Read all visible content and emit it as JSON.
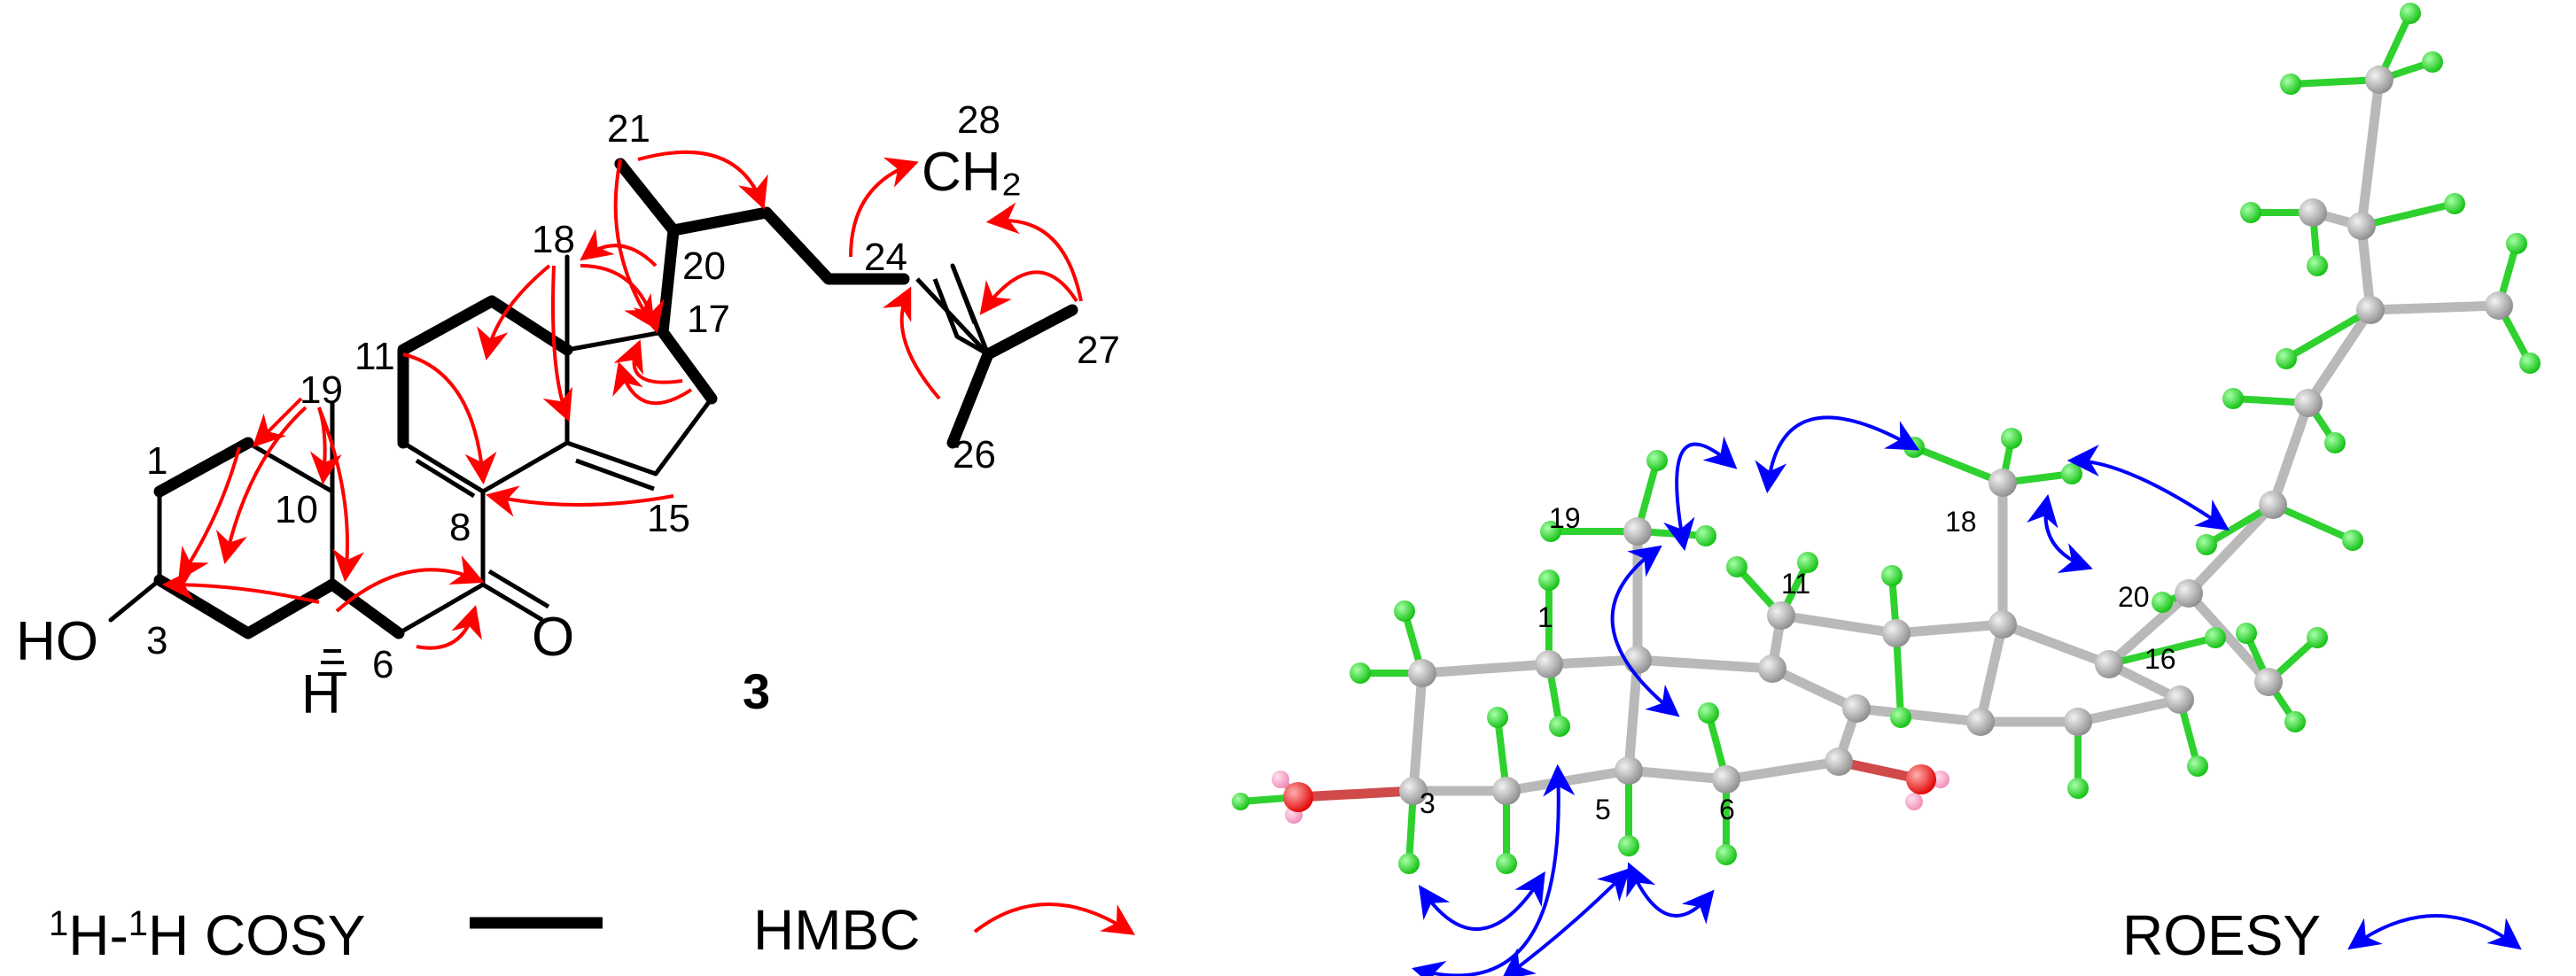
{
  "structure": {
    "compound_number": "3",
    "heteroatoms": {
      "hydroxyl": "HO",
      "carbonyl_oxygen": "O",
      "hydrogen": "H",
      "methylene": "CH₂"
    },
    "atom_labels": {
      "c1": "1",
      "c3": "3",
      "c6": "6",
      "c8": "8",
      "c10": "10",
      "c11": "11",
      "c15": "15",
      "c17": "17",
      "c18": "18",
      "c19": "19",
      "c20": "20",
      "c21": "21",
      "c24": "24",
      "c26": "26",
      "c27": "27",
      "c28": "28"
    }
  },
  "legend": {
    "cosy_label": "¹H-¹H COSY",
    "hmbc_label": "HMBC",
    "roesy_label": "ROESY"
  },
  "model_3d": {
    "atom_labels": {
      "m1": "1",
      "m3": "3",
      "m5": "5",
      "m6": "6",
      "m11": "11",
      "m16": "16",
      "m18": "18",
      "m19": "19",
      "m20": "20"
    }
  },
  "colors": {
    "hmbc_arrow": "#ff0000",
    "roesy_arrow": "#0000ff",
    "carbon": "#a9a9a9",
    "hydrogen": "#19e619",
    "oxygen": "#ff1a1a",
    "hydroxyl_hydrogen": "#ff9ec8",
    "bond": "#000000"
  }
}
